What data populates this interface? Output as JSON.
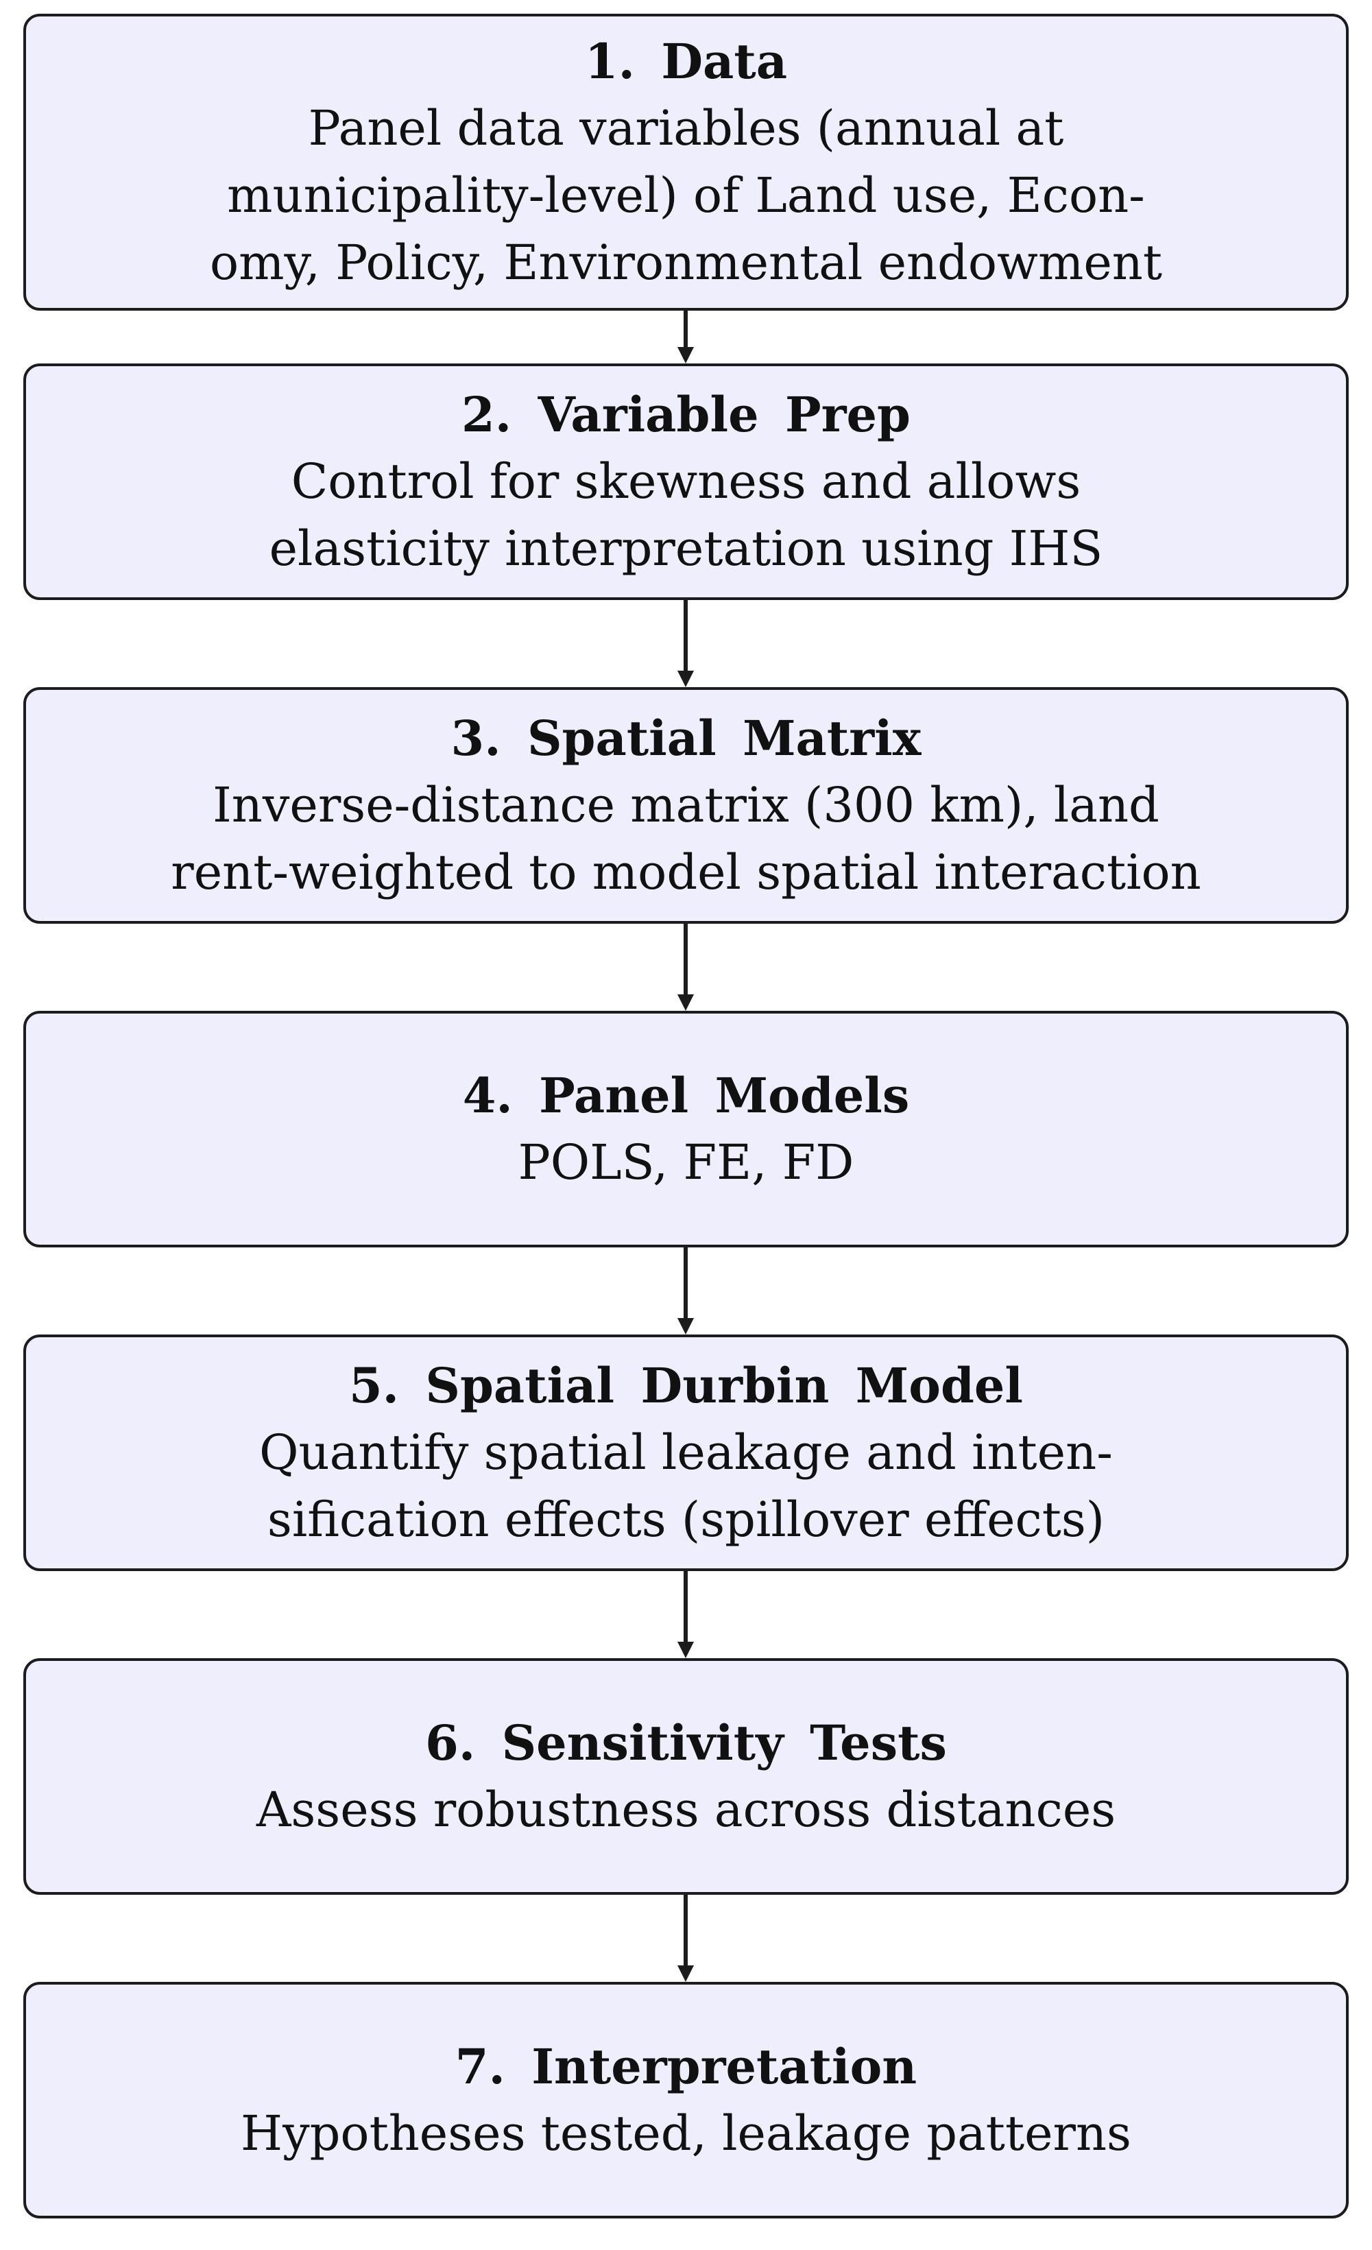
{
  "steps": [
    {
      "title": "1.  Data",
      "desc_lines": [
        "Panel data variables (annual at",
        "municipality-level) of Land use, Econ-",
        "omy, Policy, Environmental endowment"
      ]
    },
    {
      "title": "2.  Variable  Prep",
      "desc_lines": [
        "Control for skewness and allows",
        "elasticity interpretation using IHS"
      ]
    },
    {
      "title": "3.  Spatial  Matrix",
      "desc_lines": [
        "Inverse-distance matrix (300 km), land",
        "rent-weighted to model spatial interaction"
      ]
    },
    {
      "title": "4.  Panel  Models",
      "desc_lines": [
        "POLS, FE, FD"
      ]
    },
    {
      "title": "5.  Spatial  Durbin  Model",
      "desc_lines": [
        "Quantify spatial leakage and inten-",
        "sification effects (spillover effects)"
      ]
    },
    {
      "title": "6.  Sensitivity  Tests",
      "desc_lines": [
        "Assess robustness across distances"
      ]
    },
    {
      "title": "7.  Interpretation",
      "desc_lines": [
        "Hypotheses tested, leakage patterns"
      ]
    }
  ],
  "colors": {
    "box_fill": "#eeeefc",
    "box_border": "#1c1c1c",
    "arrow": "#1c1c1c",
    "text": "#111111"
  }
}
